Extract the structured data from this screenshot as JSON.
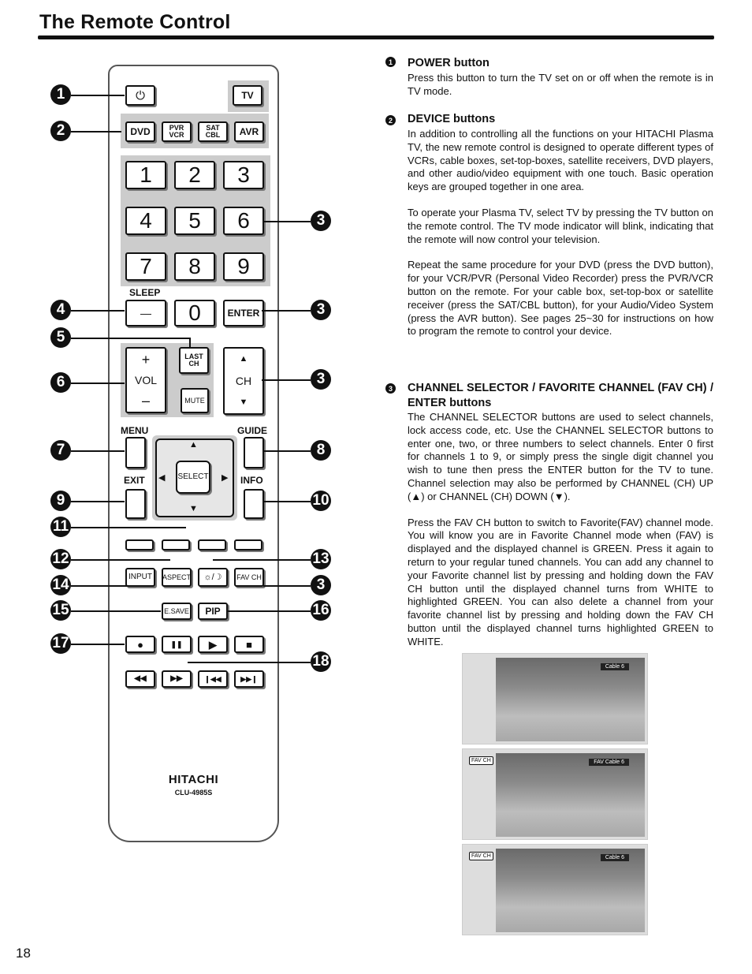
{
  "page": {
    "title": "The Remote Control",
    "page_number": "18"
  },
  "remote": {
    "power_icon": "power-icon",
    "tv": "TV",
    "dvd": "DVD",
    "pvr_vcr": [
      "PVR",
      "VCR"
    ],
    "sat_cbl": [
      "SAT",
      "CBL"
    ],
    "avr": "AVR",
    "digits": [
      "1",
      "2",
      "3",
      "4",
      "5",
      "6",
      "7",
      "8",
      "9",
      "0"
    ],
    "sleep": "SLEEP",
    "dash": "—",
    "enter": "ENTER",
    "last_ch": [
      "LAST",
      "CH"
    ],
    "vol_plus": "+",
    "vol": "VOL",
    "vol_minus": "–",
    "mute": "MUTE",
    "ch": "CH",
    "ch_up": "▲",
    "ch_down": "▼",
    "menu": "MENU",
    "guide": "GUIDE",
    "exit": "EXIT",
    "info": "INFO",
    "select": "SELECT",
    "up": "▲",
    "down": "▼",
    "left": "◀",
    "right": "▶",
    "input": "INPUT",
    "aspect": "ASPECT",
    "picture_icon": "☼/☽",
    "fav_ch": "FAV CH",
    "esave": "E.SAVE",
    "pip": "PIP",
    "transport": [
      "●",
      "❚❚",
      "▶",
      "■",
      "◀◀",
      "▶▶",
      "❙◀◀",
      "▶▶❙"
    ],
    "brand": "HITACHI",
    "model": "CLU-4985S"
  },
  "callouts": [
    "1",
    "2",
    "3",
    "4",
    "3",
    "5",
    "6",
    "3",
    "7",
    "8",
    "9",
    "10",
    "11",
    "12",
    "13",
    "14",
    "3",
    "15",
    "16",
    "17",
    "18"
  ],
  "sections": [
    {
      "num": "1",
      "heading": "POWER button",
      "paras": [
        "Press this button to turn the TV set on or off when the remote is in TV mode."
      ]
    },
    {
      "num": "2",
      "heading": "DEVICE buttons",
      "paras": [
        "In addition to controlling all the functions on your HITACHI Plasma TV, the new remote control is designed to operate different types of VCRs, cable boxes, set-top-boxes, satellite receivers, DVD players, and other audio/video equipment with one touch. Basic operation keys are grouped together in one area.",
        "To operate your Plasma TV, select TV by pressing the TV button on the remote control. The TV mode indicator will blink, indicating that the remote will now control your television.",
        "Repeat the same procedure for your DVD (press the DVD button), for your VCR/PVR (Personal Video Recorder) press the PVR/VCR button on the remote. For your cable box, set-top-box or satellite receiver (press the SAT/CBL button), for your Audio/Video System (press the AVR button). See pages 25~30 for instructions on how to program the remote to control your device."
      ]
    },
    {
      "num": "3",
      "heading": "CHANNEL SELECTOR / FAVORITE CHANNEL (FAV CH) / ENTER buttons",
      "paras": [
        "The CHANNEL SELECTOR buttons are used to select channels, lock access code, etc. Use the CHANNEL SELECTOR buttons to enter one, two, or three numbers to select channels. Enter 0 first for channels 1 to 9, or simply press the single digit channel you wish to tune then press the ENTER button for the TV to tune. Channel selection may also be performed by CHANNEL (CH) UP (▲) or CHANNEL (CH) DOWN (▼).",
        "Press the FAV CH button to switch to Favorite(FAV) channel mode. You will know you are in Favorite Channel mode when (FAV) is displayed and the displayed channel is GREEN. Press it again to return to your regular tuned channels. You can add any channel to your Favorite channel list by pressing and holding down the FAV CH button until the displayed channel turns from WHITE to highlighted GREEN. You can also delete a channel from your favorite channel list by pressing and holding down the FAV CH button until the displayed channel turns highlighted GREEN to WHITE."
      ]
    }
  ],
  "screenshots": [
    {
      "osd": "Cable      6",
      "fav_tag": ""
    },
    {
      "osd": "FAV Cable      6",
      "fav_tag": "FAV CH"
    },
    {
      "osd": "Cable      6",
      "fav_tag": "FAV CH"
    }
  ]
}
